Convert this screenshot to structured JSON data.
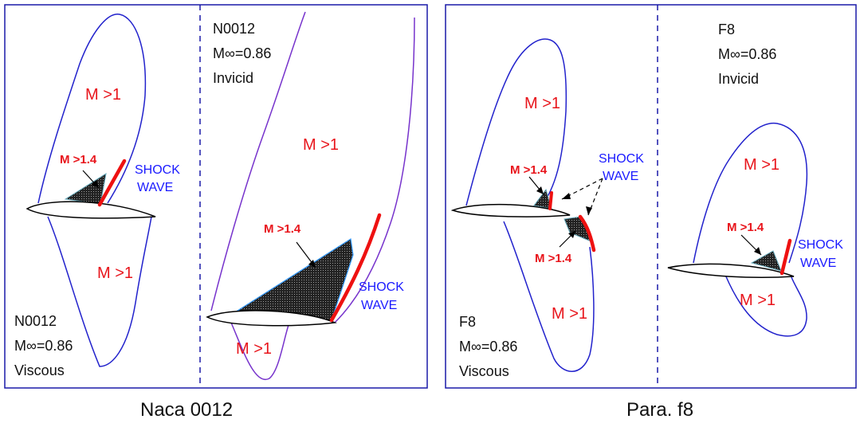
{
  "captions": {
    "left": "Naca 0012",
    "right": "Para. f8"
  },
  "panel1": {
    "region_upper": "M >1",
    "region_lower": "M >1",
    "region_high": "M >1.4",
    "shock_line1": "SHOCK",
    "shock_line2": "WAVE",
    "case": {
      "name": "N0012",
      "mach": "M∞=0.86",
      "mode": "Viscous"
    }
  },
  "panel2": {
    "region_upper": "M >1",
    "region_lower": "M >1",
    "region_high": "M >1.4",
    "shock_line1": "SHOCK",
    "shock_line2": "WAVE",
    "case": {
      "name": "N0012",
      "mach": "M∞=0.86",
      "mode": "Invicid"
    }
  },
  "panel3": {
    "region_upper": "M >1",
    "region_lower": "M >1",
    "region_high_upper": "M >1.4",
    "region_high_lower": "M >1.4",
    "shock_line1": "SHOCK",
    "shock_line2": "WAVE",
    "case": {
      "name": "F8",
      "mach": "M∞=0.86",
      "mode": "Viscous"
    }
  },
  "panel4": {
    "region_upper": "M >1",
    "region_lower": "M >1",
    "region_high": "M >1.4",
    "shock_line1": "SHOCK",
    "shock_line2": "WAVE",
    "case": {
      "name": "F8",
      "mach": "M∞=0.86",
      "mode": "Invicid"
    }
  },
  "colors": {
    "sonic_line": "#2222cc",
    "shock": "#ee1111",
    "label_red": "#e8141b",
    "label_blue": "#1a1aff",
    "frame": "#1a1aa8"
  }
}
